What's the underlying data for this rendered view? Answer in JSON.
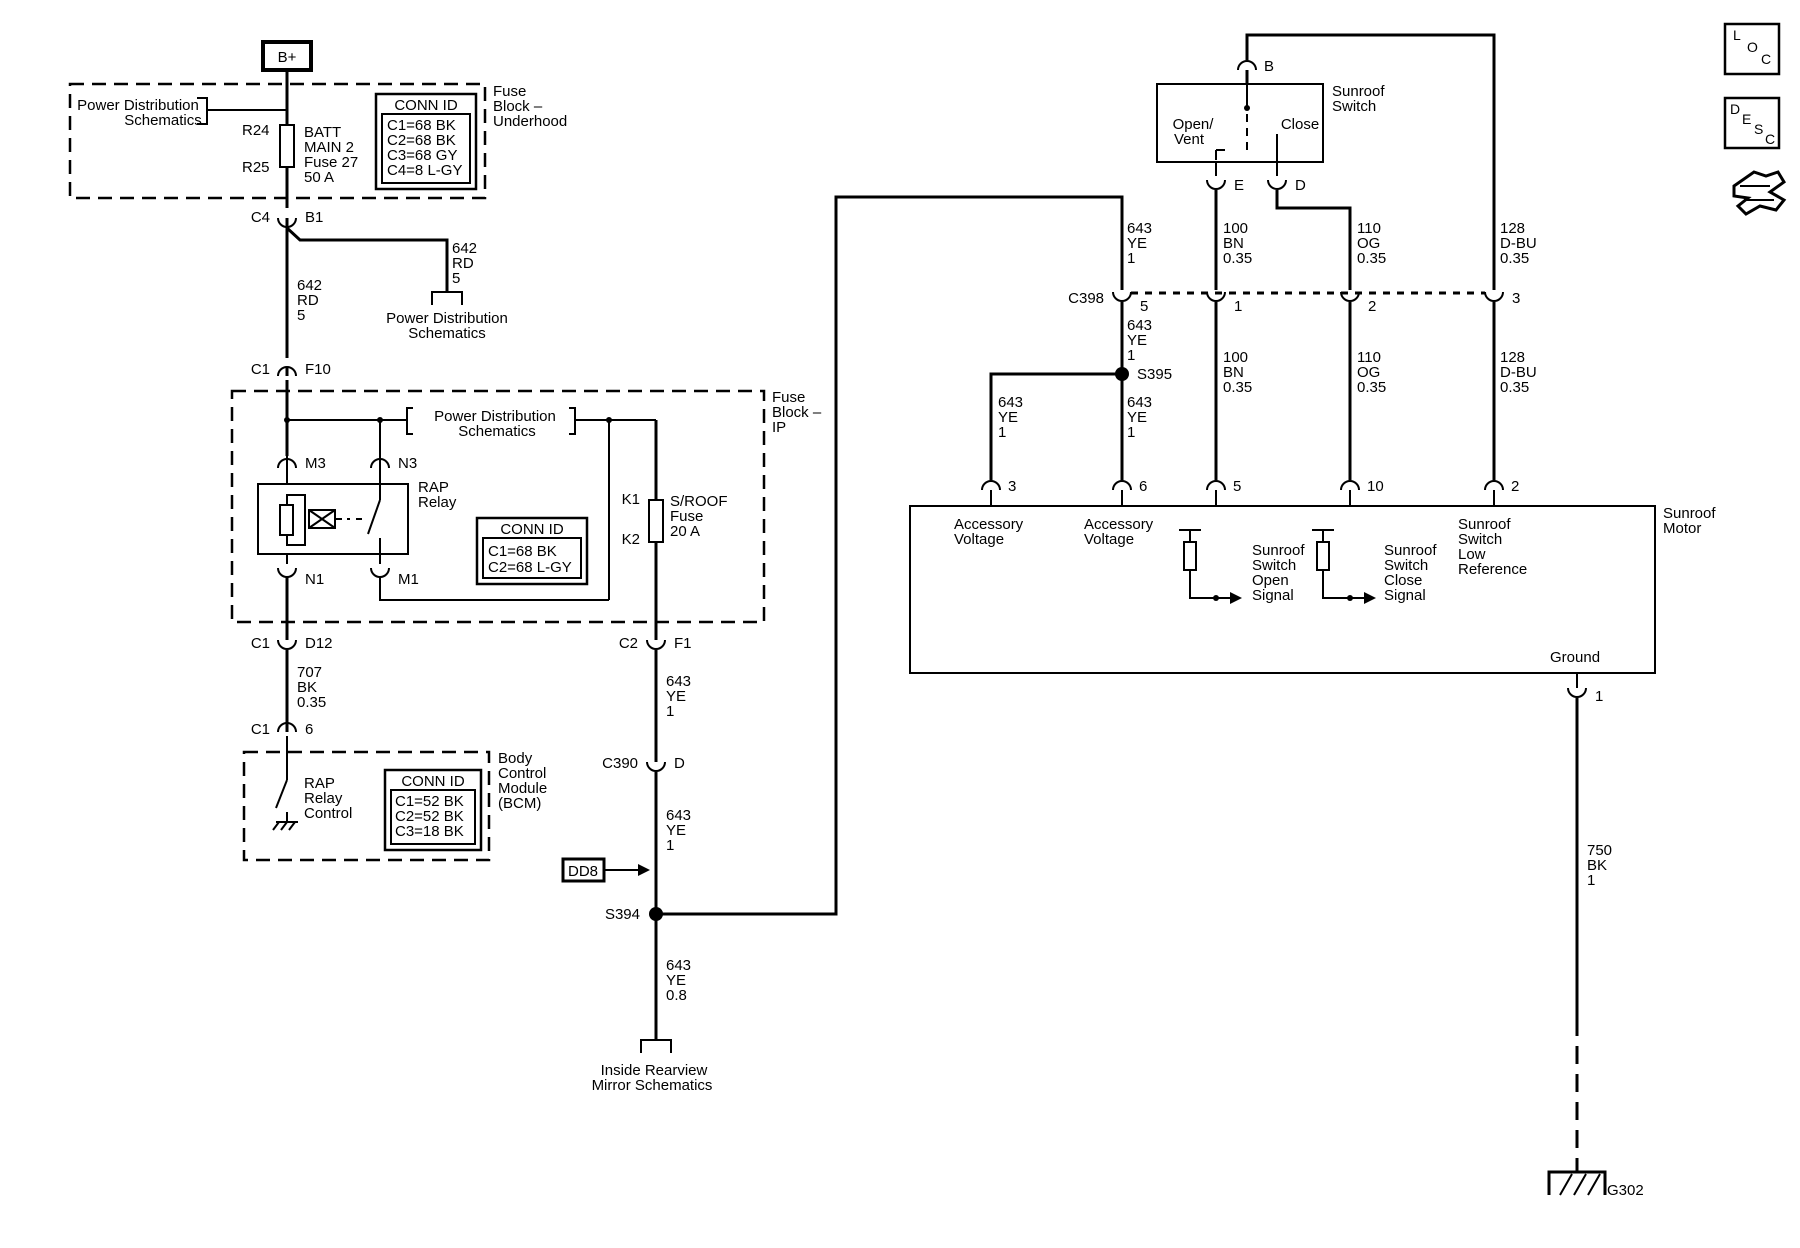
{
  "power": {
    "b_plus": "B+"
  },
  "fuse_block_underhood": {
    "title": [
      "Fuse",
      "Block –",
      "Underhood"
    ],
    "pds_ref": [
      "Power Distribution",
      "Schematics"
    ],
    "r24": "R24",
    "r25": "R25",
    "fuse": [
      "BATT",
      "MAIN 2",
      "Fuse 27",
      "50 A"
    ],
    "conn_title": "CONN ID",
    "conn": [
      "C1=68 BK",
      "C2=68 BK",
      "C3=68 GY",
      "C4=8 L-GY"
    ]
  },
  "c4_b1": {
    "left": "C4",
    "right": "B1"
  },
  "wire_642_branch": [
    "642",
    "RD",
    "5"
  ],
  "pds_branch": [
    "Power Distribution",
    "Schematics"
  ],
  "wire_642_main": [
    "642",
    "RD",
    "5"
  ],
  "c1_f10": {
    "left": "C1",
    "right": "F10"
  },
  "fuse_block_ip": {
    "title": [
      "Fuse",
      "Block –",
      "IP"
    ],
    "pds_ref": [
      "Power Distribution",
      "Schematics"
    ],
    "m3": "M3",
    "n3": "N3",
    "n1": "N1",
    "m1": "M1",
    "relay": [
      "RAP",
      "Relay"
    ],
    "k1": "K1",
    "k2": "K2",
    "fuse": [
      "S/ROOF",
      "Fuse",
      "20 A"
    ],
    "conn_title": "CONN ID",
    "conn": [
      "C1=68 BK",
      "C2=68 L-GY"
    ]
  },
  "c1_d12": {
    "left": "C1",
    "right": "D12"
  },
  "c2_f1": {
    "left": "C2",
    "right": "F1"
  },
  "wire_707": [
    "707",
    "BK",
    "0.35"
  ],
  "c1_6": {
    "left": "C1",
    "right": "6"
  },
  "bcm": {
    "title": [
      "Body",
      "Control",
      "Module",
      "(BCM)"
    ],
    "label": [
      "RAP",
      "Relay",
      "Control"
    ],
    "conn_title": "CONN ID",
    "conn": [
      "C1=52 BK",
      "C2=52 BK",
      "C3=18 BK"
    ]
  },
  "wire_643_f1": [
    "643",
    "YE",
    "1"
  ],
  "c390": {
    "left": "C390",
    "right": "D"
  },
  "wire_643_c390": [
    "643",
    "YE",
    "1"
  ],
  "dd8": "DD8",
  "s394": "S394",
  "wire_643_08": [
    "643",
    "YE",
    "0.8"
  ],
  "mirror_ref": [
    "Inside Rearview",
    "Mirror Schematics"
  ],
  "sunroof_switch": {
    "title": [
      "Sunroof",
      "Switch"
    ],
    "pin_b": "B",
    "pin_e": "E",
    "pin_d": "D",
    "open": [
      "Open/",
      "Vent"
    ],
    "close": "Close"
  },
  "wires_top": {
    "w643": [
      "643",
      "YE",
      "1"
    ],
    "w100": [
      "100",
      "BN",
      "0.35"
    ],
    "w110": [
      "110",
      "OG",
      "0.35"
    ],
    "w128": [
      "128",
      "D-BU",
      "0.35"
    ]
  },
  "c398": {
    "name": "C398",
    "p5": "5",
    "p1": "1",
    "p2": "2",
    "p3": "3"
  },
  "wires_mid": {
    "w643": [
      "643",
      "YE",
      "1"
    ],
    "w100": [
      "100",
      "BN",
      "0.35"
    ],
    "w110": [
      "110",
      "OG",
      "0.35"
    ],
    "w128": [
      "128",
      "D-BU",
      "0.35"
    ]
  },
  "s395": "S395",
  "wires_low": {
    "w643a": [
      "643",
      "YE",
      "1"
    ],
    "w643b": [
      "643",
      "YE",
      "1"
    ]
  },
  "sunroof_motor": {
    "title": [
      "Sunroof",
      "Motor"
    ],
    "pins": {
      "p3": "3",
      "p6": "6",
      "p5": "5",
      "p10": "10",
      "p2": "2",
      "p1": "1"
    },
    "acc1": [
      "Accessory",
      "Voltage"
    ],
    "acc2": [
      "Accessory",
      "Voltage"
    ],
    "open_sig": [
      "Sunroof",
      "Switch",
      "Open",
      "Signal"
    ],
    "close_sig": [
      "Sunroof",
      "Switch",
      "Close",
      "Signal"
    ],
    "low_ref": [
      "Sunroof",
      "Switch",
      "Low",
      "Reference"
    ],
    "ground": "Ground"
  },
  "wire_750": [
    "750",
    "BK",
    "1"
  ],
  "g302": "G302",
  "nav": {
    "loc": [
      "L",
      "O",
      "C"
    ],
    "desc": [
      "D",
      "E",
      "S",
      "C"
    ]
  }
}
